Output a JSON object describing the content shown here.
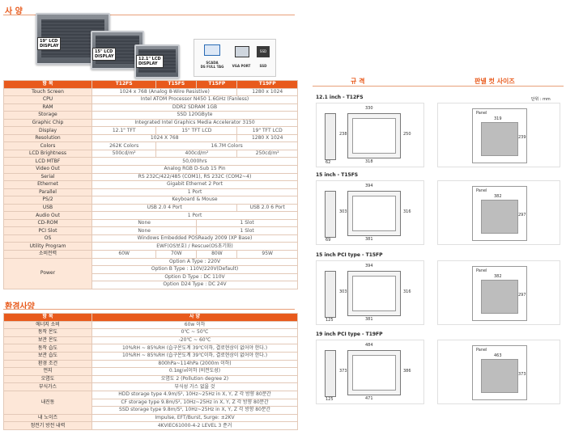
{
  "spec_section": {
    "title": "사 양"
  },
  "products": {
    "labels": [
      "19\" LCD\nDISPLAY",
      "15\" LCD\nDISPLAY",
      "12.1\" LCD\nDISPLAY"
    ],
    "features": [
      "SCADA\nDS FULL TAG",
      "VGA PORT",
      "SSD"
    ]
  },
  "spec_table": {
    "headers": [
      "항    목",
      "T12FS",
      "T15FS",
      "T15FP",
      "T19FP"
    ],
    "rows": [
      {
        "k": "Touch Screen",
        "cells": [
          {
            "t": "1024 x 768 (Analog 8-Wire Resistive)",
            "s": 3
          },
          {
            "t": "1280 x 1024",
            "s": 1
          }
        ]
      },
      {
        "k": "CPU",
        "cells": [
          {
            "t": "Intel ATOM Processor N450 1.6GHz (Fanless)",
            "s": 4
          }
        ]
      },
      {
        "k": "RAM",
        "cells": [
          {
            "t": "DDR2 SDRAM 1GB",
            "s": 4
          }
        ]
      },
      {
        "k": "Storage",
        "cells": [
          {
            "t": "SSD 120GByte",
            "s": 4
          }
        ]
      },
      {
        "k": "Graphic Chip",
        "cells": [
          {
            "t": "Integrated Intel Graphics Media Accelerator 3150",
            "s": 4
          }
        ]
      },
      {
        "k": "Display",
        "cells": [
          {
            "t": "12.1\" TFT",
            "s": 1
          },
          {
            "t": "15\" TFT LCD",
            "s": 2
          },
          {
            "t": "19\" TFT LCD",
            "s": 1
          }
        ]
      },
      {
        "k": "Resolution",
        "cells": [
          {
            "t": "1024 X 768",
            "s": 3
          },
          {
            "t": "1280 X 1024",
            "s": 1
          }
        ]
      },
      {
        "k": "Colors",
        "cells": [
          {
            "t": "262K Colors",
            "s": 1
          },
          {
            "t": "16.7M Colors",
            "s": 3
          }
        ]
      },
      {
        "k": "LCD Brightness",
        "cells": [
          {
            "t": "500cd/m²",
            "s": 1
          },
          {
            "t": "400cd/m²",
            "s": 2
          },
          {
            "t": "250cd/m²",
            "s": 1
          }
        ]
      },
      {
        "k": "LCD MTBF",
        "cells": [
          {
            "t": "50,000hrs",
            "s": 4
          }
        ]
      },
      {
        "k": "Video Out",
        "cells": [
          {
            "t": "Analog RGB D-Sub 15 Pin",
            "s": 4
          }
        ]
      },
      {
        "k": "Serial",
        "cells": [
          {
            "t": "RS 232C/422/485 (COM1), RS 232C (COM2~4)",
            "s": 4
          }
        ]
      },
      {
        "k": "Ethernet",
        "cells": [
          {
            "t": "Gigabit Ethernet 2 Port",
            "s": 4
          }
        ]
      },
      {
        "k": "Parallel",
        "cells": [
          {
            "t": "1 Port",
            "s": 4
          }
        ]
      },
      {
        "k": "PS/2",
        "cells": [
          {
            "t": "Keyboard & Mouse",
            "s": 4
          }
        ]
      },
      {
        "k": "USB",
        "cells": [
          {
            "t": "USB 2.0 4 Port",
            "s": 3
          },
          {
            "t": "USB 2.0 6 Port",
            "s": 1
          }
        ]
      },
      {
        "k": "Audio Out",
        "cells": [
          {
            "t": "1 Port",
            "s": 4
          }
        ]
      },
      {
        "k": "CD-ROM",
        "cells": [
          {
            "t": "None",
            "s": 2
          },
          {
            "t": "1 Slot",
            "s": 2
          }
        ]
      },
      {
        "k": "PCI Slot",
        "cells": [
          {
            "t": "None",
            "s": 2
          },
          {
            "t": "1 Slot",
            "s": 2
          }
        ]
      },
      {
        "k": "OS",
        "cells": [
          {
            "t": "Windows Embedded POSReady 2009 (XP Base)",
            "s": 4
          }
        ]
      },
      {
        "k": "Utility Program",
        "cells": [
          {
            "t": "EWF(OS보호) / Rescue(OS초기화)",
            "s": 4
          }
        ]
      },
      {
        "k": "소비전력",
        "cells": [
          {
            "t": "60W",
            "s": 1
          },
          {
            "t": "70W",
            "s": 1
          },
          {
            "t": "80W",
            "s": 1
          },
          {
            "t": "95W",
            "s": 1
          }
        ]
      }
    ],
    "power": {
      "k": "Power",
      "options": [
        "Option A Type : 220V",
        "Option B Type : 110V/220V(Default)",
        "Option D Type : DC 110V",
        "Option D24 Type : DC 24V"
      ]
    }
  },
  "env_section": {
    "title": "환경사양"
  },
  "env_table": {
    "headers": [
      "항    목",
      "사    양"
    ],
    "rows": [
      {
        "k": "에너지 소비",
        "v": [
          "60w 이하"
        ]
      },
      {
        "k": "동작 온도",
        "v": [
          "0℃ ~ 50℃"
        ]
      },
      {
        "k": "보관 온도",
        "v": [
          "-20℃ ~ 60℃"
        ]
      },
      {
        "k": "동작 습도",
        "v": [
          "10%RH ~ 85%RH (습구온도계 39℃이하, 결로현상이 없어야 한다.)"
        ]
      },
      {
        "k": "보관 습도",
        "v": [
          "10%RH ~ 85%RH (습구온도계 39℃이하, 결로현상이 없어야 한다.)"
        ]
      },
      {
        "k": "환경 조건",
        "v": [
          "800hPa~114hPa (2000m 이하)"
        ]
      },
      {
        "k": "먼지",
        "v": [
          "0.1㎎/㎥이하 (비전도성)"
        ]
      },
      {
        "k": "오염도",
        "v": [
          "오염도 2 (Pollution degree 2)"
        ]
      },
      {
        "k": "부식가스",
        "v": [
          "부식성 가스 없을 것"
        ]
      },
      {
        "k": "내진동",
        "v": [
          "HDD storage type 4.9m/S², 10Hz~25Hz in X, Y, Z 각 방향 80분간",
          "CF storage type 9.8m/S², 10Hz~25Hz in X, Y, Z 각 방향 80분간",
          "SSD storage type 9.8m/S², 10Hz~25Hz in X, Y, Z 각 방향 80분간"
        ]
      },
      {
        "k": "내 노이즈",
        "v": [
          "Impulse, EFT/Burst, Surge: ±2KV"
        ]
      },
      {
        "k": "정전기 방전 내력",
        "v": [
          "4KVIEC61000-4-2 LEVEL 3 준거"
        ]
      }
    ]
  },
  "right": {
    "dim_title": "규  격",
    "cut_title": "판넬 컷 사이즈",
    "unit": "단위 : mm",
    "models": [
      {
        "title": "12.1 inch - T12FS",
        "w": "330",
        "h": "250",
        "iw": "318",
        "ih": "238",
        "d": "62",
        "cw": "319",
        "ch": "239",
        "panel": "Panel"
      },
      {
        "title": "15 inch - T15FS",
        "w": "394",
        "h": "316",
        "iw": "381",
        "ih": "303",
        "d": "69",
        "cw": "382",
        "ch": "297",
        "panel": "Panel"
      },
      {
        "title": "15 inch PCI type - T15FP",
        "w": "394",
        "h": "316",
        "iw": "381",
        "ih": "303",
        "d": "125",
        "cw": "382",
        "ch": "297",
        "panel": "Panel"
      },
      {
        "title": "19 inch PCI type - T19FP",
        "w": "484",
        "h": "386",
        "iw": "471",
        "ih": "373",
        "d": "125",
        "cw": "463",
        "ch": "373",
        "panel": "Panel"
      }
    ]
  }
}
